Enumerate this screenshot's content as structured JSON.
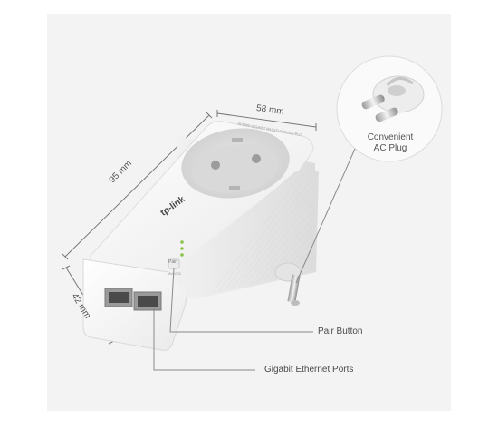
{
  "dimensions": {
    "width_label": "58 mm",
    "height_label": "95 mm",
    "depth_label": "42 mm"
  },
  "device": {
    "brand": "tp-link",
    "top_label": "AV1000 GIGABIT PASSTHROUGH PLC",
    "pair_button_label": "Pair",
    "pair_model_label": "AV1000"
  },
  "callouts": {
    "plug_line1": "Convenient",
    "plug_line2": "AC Plug",
    "pair_button": "Pair Button",
    "ethernet_ports": "Gigabit Ethernet Ports"
  },
  "colors": {
    "background": "#f3f3f3",
    "body": "#f7f7f7",
    "accent_led": "#8bc34a"
  }
}
